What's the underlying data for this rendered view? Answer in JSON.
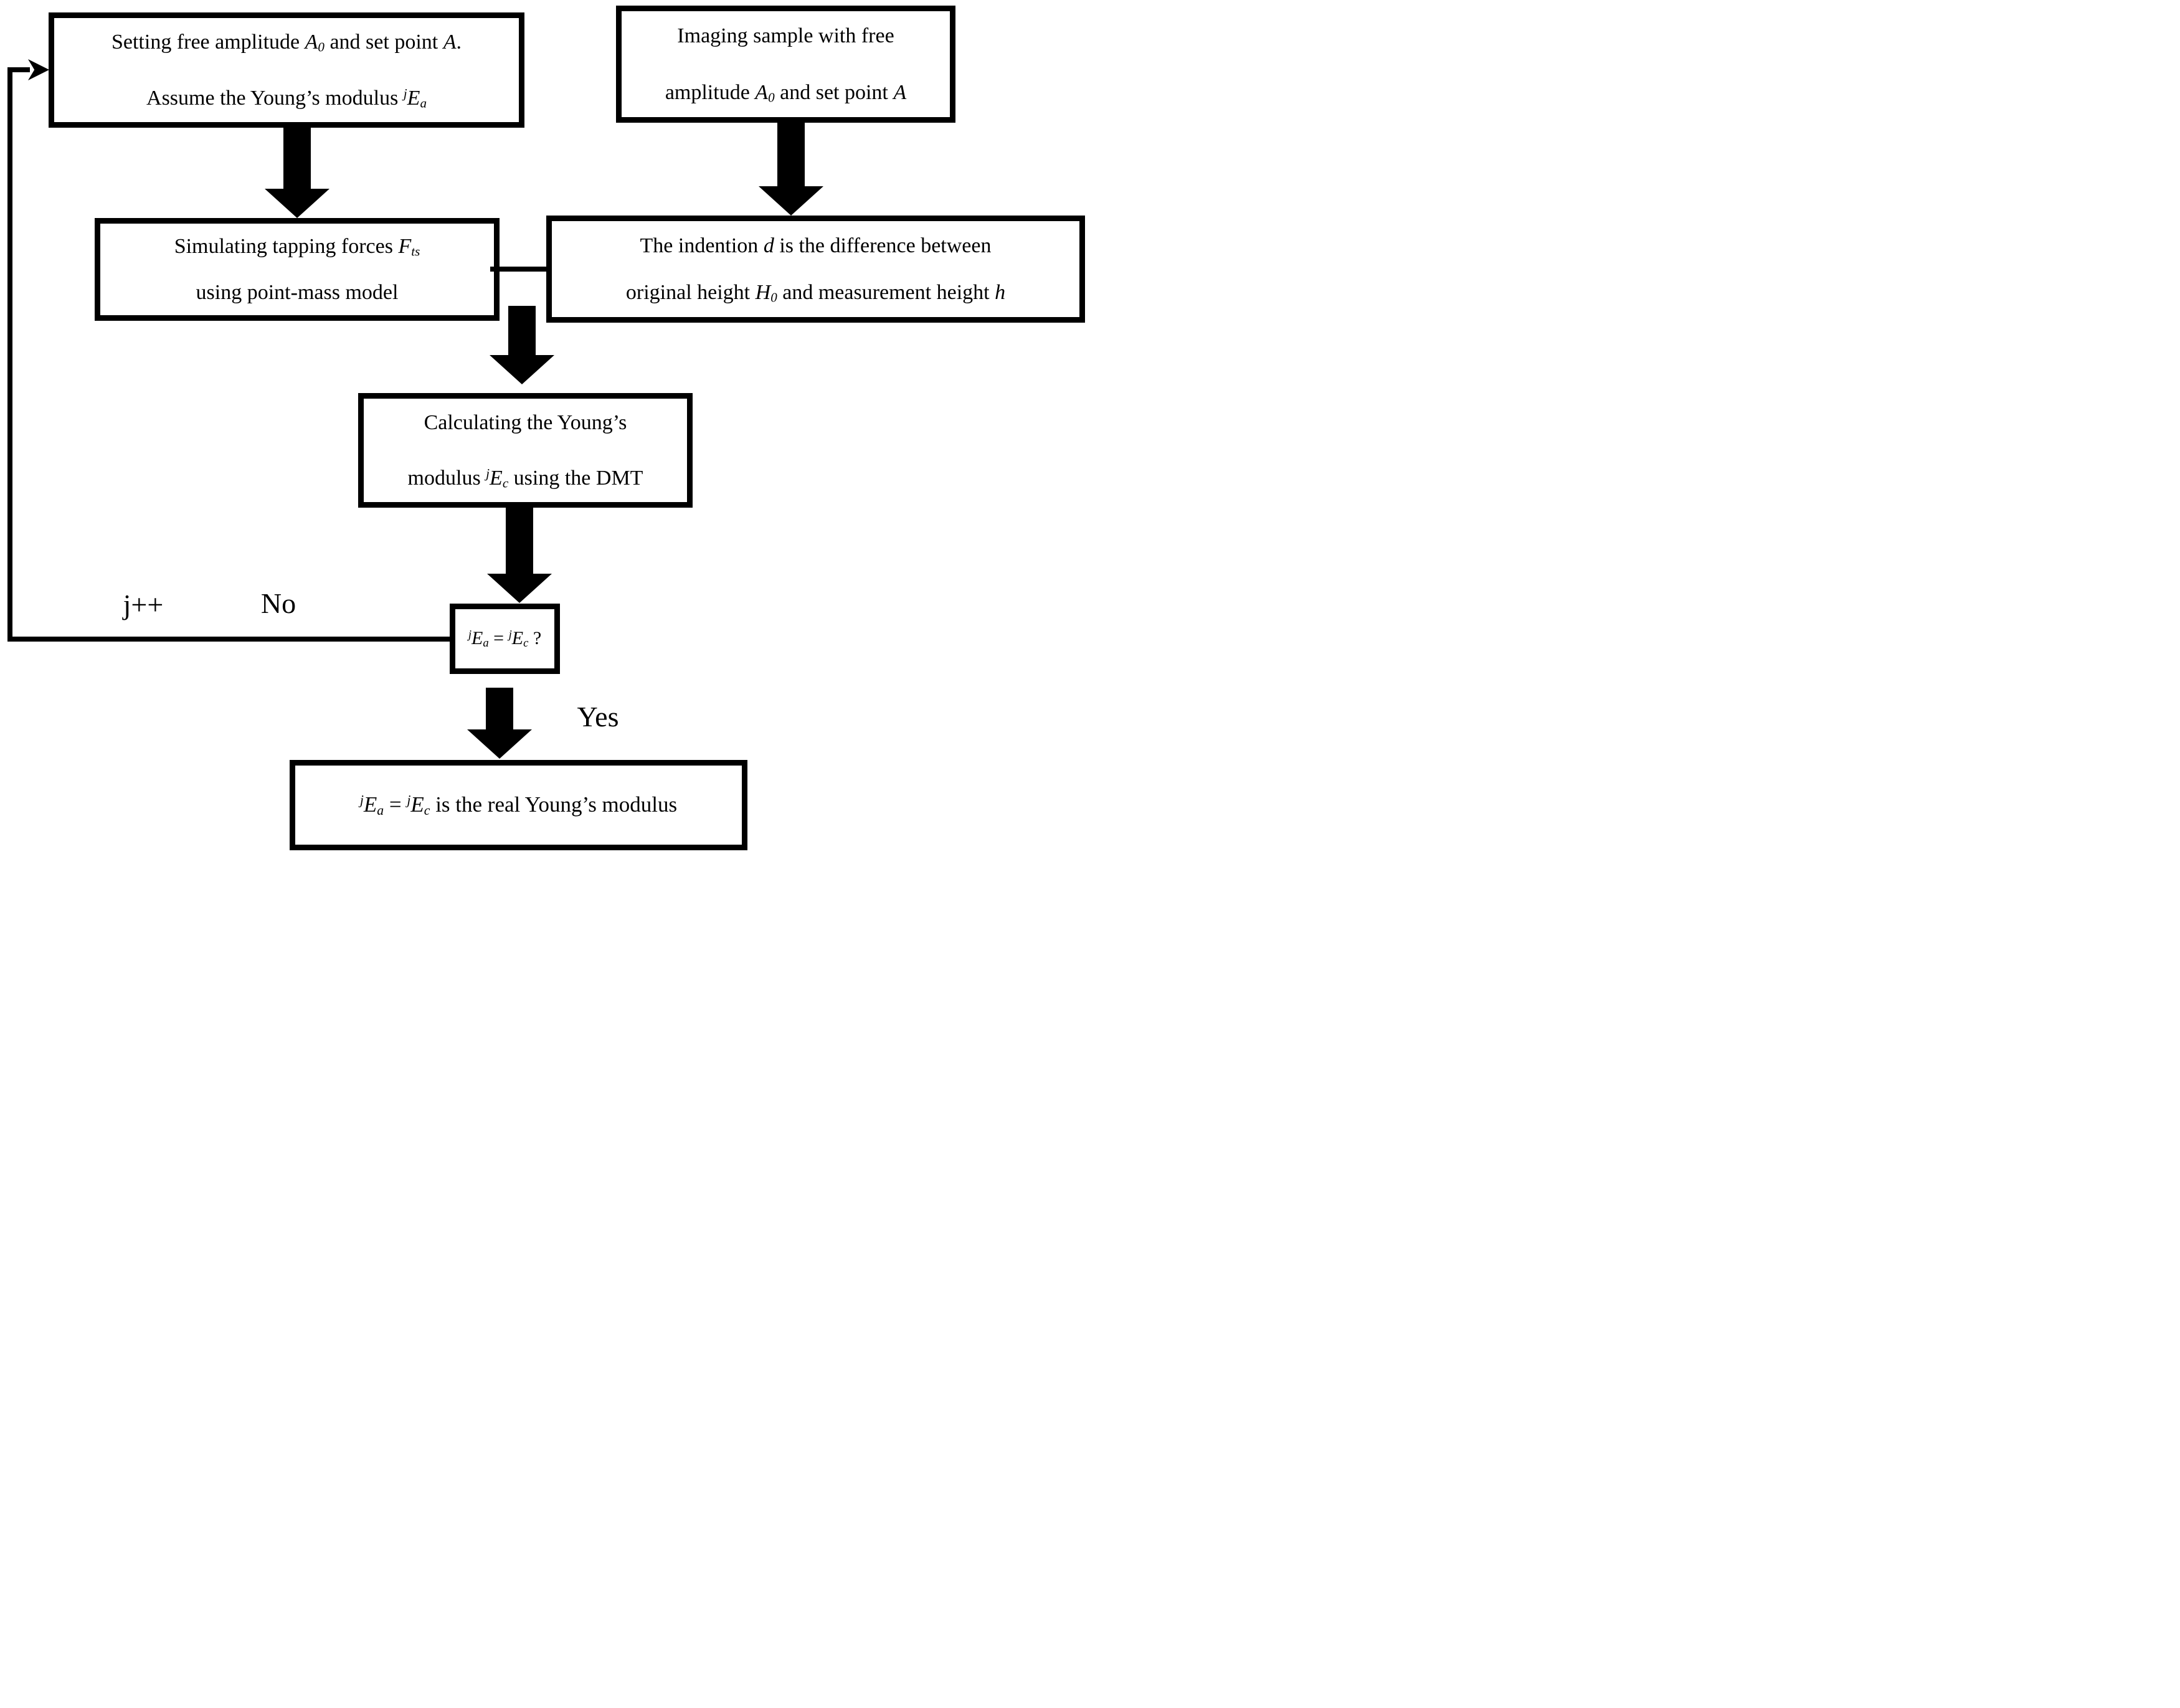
{
  "page": {
    "background_color": "#ffffff",
    "ink_color": "#000000",
    "type": "flowchart",
    "topic": "Iterative determination of the real Young's modulus from AFM tapping-mode imaging"
  },
  "flowchart": {
    "boxes": [
      {
        "id": "setting-amplitude",
        "lines": [
          [
            {
              "t": "Setting free amplitude "
            },
            {
              "t": "A",
              "st": "i"
            },
            {
              "t": "0",
              "st": "i sub"
            },
            {
              "t": " and set point "
            },
            {
              "t": "A",
              "st": "i"
            },
            {
              "t": "."
            }
          ],
          [
            {
              "t": "Assume the Young’s modulus "
            },
            {
              "t": "j",
              "st": "i sup"
            },
            {
              "t": "E",
              "st": "i"
            },
            {
              "t": "a",
              "st": "i sub"
            }
          ]
        ]
      },
      {
        "id": "imaging-sample",
        "lines": [
          [
            {
              "t": "Imaging sample with free"
            }
          ],
          [
            {
              "t": "amplitude "
            },
            {
              "t": "A",
              "st": "i"
            },
            {
              "t": "0",
              "st": "i sub"
            },
            {
              "t": " and set point "
            },
            {
              "t": "A",
              "st": "i"
            }
          ]
        ]
      },
      {
        "id": "simulating-forces",
        "lines": [
          [
            {
              "t": "Simulating tapping forces "
            },
            {
              "t": "F",
              "st": "i"
            },
            {
              "t": "ts",
              "st": "i sub"
            }
          ],
          [
            {
              "t": "using point-mass model"
            }
          ]
        ]
      },
      {
        "id": "indention-difference",
        "lines": [
          [
            {
              "t": "The indention "
            },
            {
              "t": "d",
              "st": "i"
            },
            {
              "t": " is the difference between"
            }
          ],
          [
            {
              "t": "original height "
            },
            {
              "t": "H",
              "st": "i"
            },
            {
              "t": "0",
              "st": "i sub"
            },
            {
              "t": " and measurement height "
            },
            {
              "t": "h",
              "st": "i"
            }
          ]
        ]
      },
      {
        "id": "calculating-modulus",
        "lines": [
          [
            {
              "t": "Calculating the Young’s"
            }
          ],
          [
            {
              "t": "modulus "
            },
            {
              "t": "j",
              "st": "i sup"
            },
            {
              "t": "E",
              "st": "i"
            },
            {
              "t": "c",
              "st": "i sub"
            },
            {
              "t": " using the DMT"
            }
          ]
        ]
      },
      {
        "id": "decision-equal",
        "lines": [
          [
            {
              "t": "j",
              "st": "i sup"
            },
            {
              "t": "E",
              "st": "i"
            },
            {
              "t": "a",
              "st": "i sub"
            },
            {
              "t": " = "
            },
            {
              "t": "j",
              "st": "i sup"
            },
            {
              "t": "E",
              "st": "i"
            },
            {
              "t": "c",
              "st": "i sub"
            },
            {
              "t": " ?"
            }
          ]
        ]
      },
      {
        "id": "result",
        "lines": [
          [
            {
              "t": "j",
              "st": "i sup"
            },
            {
              "t": "E",
              "st": "i"
            },
            {
              "t": "a",
              "st": "i sub"
            },
            {
              "t": " = "
            },
            {
              "t": "j",
              "st": "i sup"
            },
            {
              "t": "E",
              "st": "i"
            },
            {
              "t": "c",
              "st": "i sub"
            },
            {
              "t": " is the real Young’s modulus"
            }
          ]
        ]
      }
    ],
    "labels": {
      "loop_increment": "j++",
      "branch_no": "No",
      "branch_yes": "Yes"
    }
  }
}
